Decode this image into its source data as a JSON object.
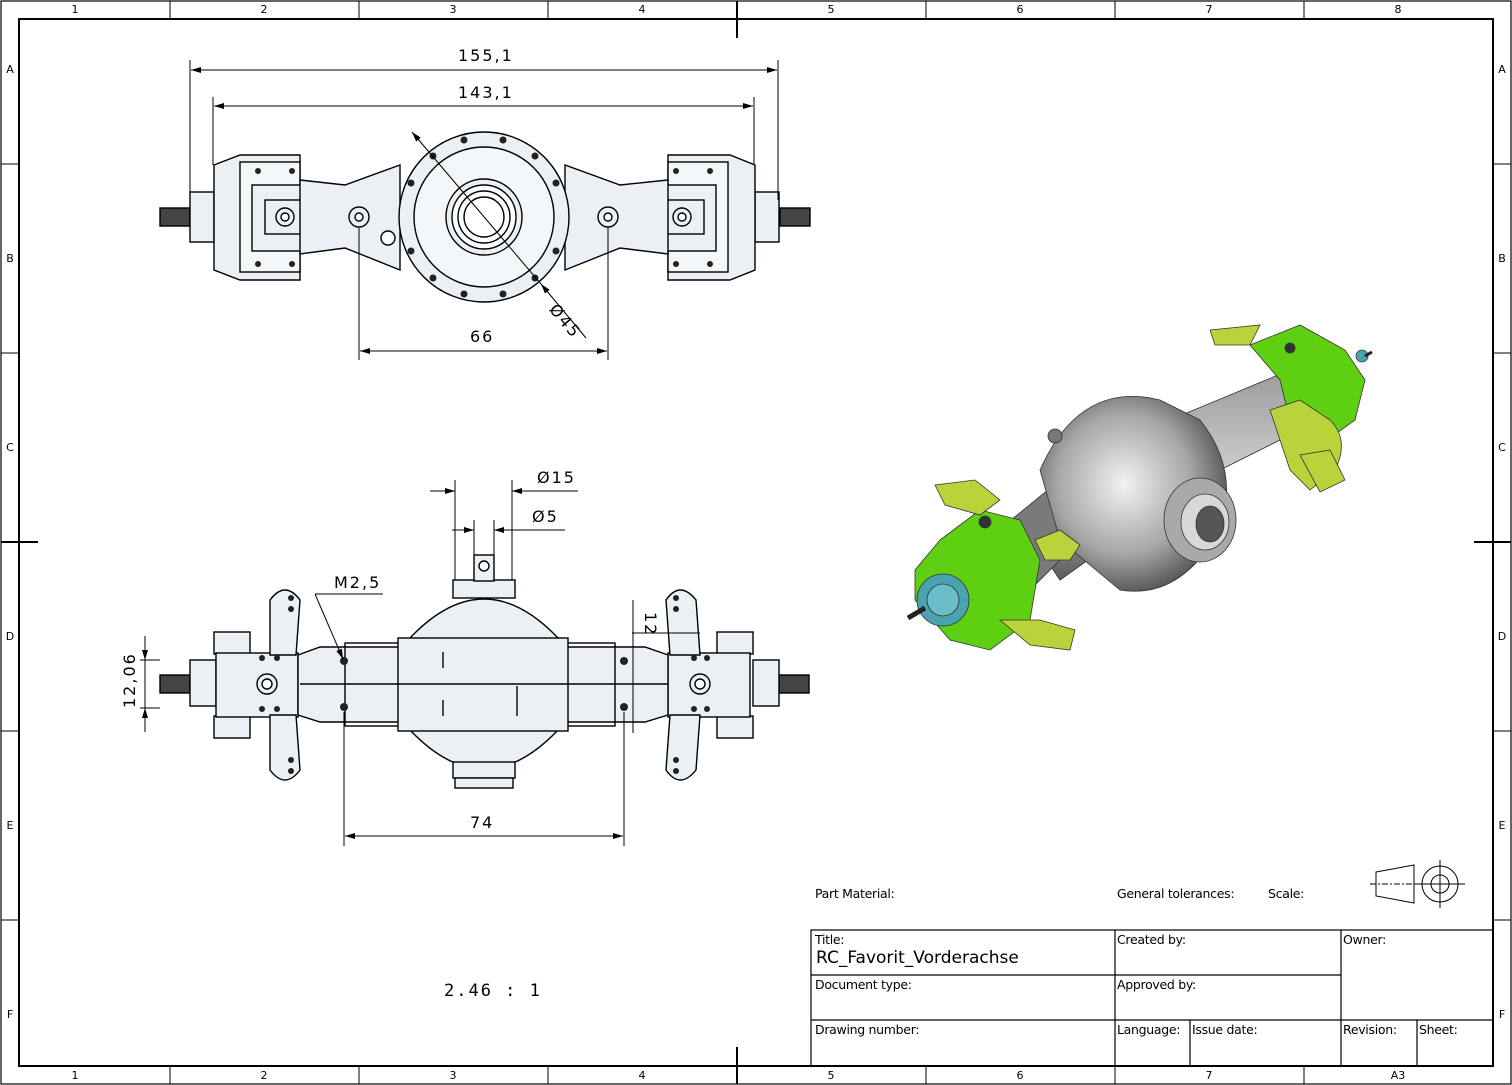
{
  "zones": {
    "columns": [
      "1",
      "2",
      "3",
      "4",
      "5",
      "6",
      "7",
      "8"
    ],
    "rows": [
      "A",
      "B",
      "C",
      "D",
      "E",
      "F"
    ],
    "sheet_size": "A3"
  },
  "dimensions": {
    "top_view": {
      "overall_width": "155,1",
      "inner_width": "143,1",
      "diameter": "Ø45",
      "hole_spacing": "66"
    },
    "front_view": {
      "diameter_15": "Ø15",
      "diameter_5": "Ø5",
      "thread": "M2,5",
      "height_12": "12",
      "height_12_06": "12,06",
      "hole_spacing": "74"
    }
  },
  "view_scale": "2.46 : 1",
  "title_block": {
    "part_material_label": "Part Material:",
    "general_tolerances_label": "General tolerances:",
    "scale_label": "Scale:",
    "title_label": "Title:",
    "title_value": "RC_Favorit_Vorderachse",
    "created_by_label": "Created by:",
    "owner_label": "Owner:",
    "document_type_label": "Document type:",
    "approved_by_label": "Approved by:",
    "drawing_number_label": "Drawing number:",
    "language_label": "Language:",
    "issue_date_label": "Issue date:",
    "revision_label": "Revision:",
    "sheet_label": "Sheet:"
  },
  "projection_symbol": "first-angle-projection-icon",
  "colors": {
    "line": "#000000",
    "part_fill": "#e9eef2",
    "iso_green": "#5fcf12",
    "iso_yellow_green": "#b8d43a",
    "iso_grey": "#8f8f8f",
    "iso_teal": "#4aa3b0"
  }
}
